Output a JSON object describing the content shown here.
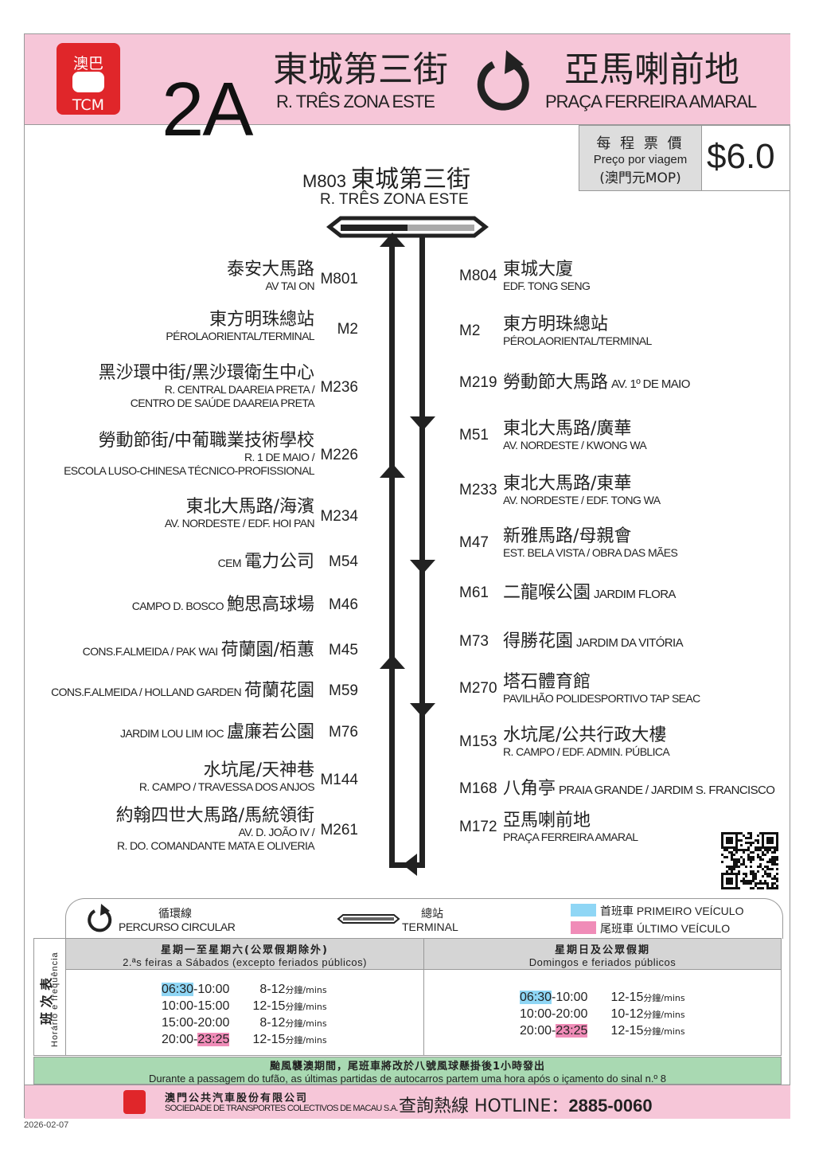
{
  "header": {
    "brand_logo_text": "澳巴 TCM",
    "route_number": "2A",
    "origin_zh": "東城第三街",
    "origin_pt": "R. TRÊS ZONA ESTE",
    "direction_icon": "circular-arrow-icon",
    "destination_zh": "亞馬喇前地",
    "destination_pt": "PRAÇA FERREIRA AMARAL"
  },
  "fare": {
    "label_zh": "每 程 票 價",
    "label_pt": "Preço por viagem",
    "currency": "(澳門元MOP)",
    "amount": "$6.0"
  },
  "terminal": {
    "code": "M803",
    "name_zh": "東城第三街",
    "name_pt": "R. TRÊS ZONA ESTE"
  },
  "stops_left": [
    {
      "code": "M801",
      "zh": "泰安大馬路",
      "pt": [
        "AV TAI ON"
      ]
    },
    {
      "code": "M2",
      "zh": "東方明珠總站",
      "pt": [
        "PÉROLAORIENTAL/TERMINAL"
      ]
    },
    {
      "code": "M236",
      "zh": "黑沙環中街/黑沙環衛生中心",
      "pt": [
        "R. CENTRAL DAAREIA PRETA /",
        "CENTRO DE SAÚDE DAAREIA PRETA"
      ]
    },
    {
      "code": "M226",
      "zh": "勞動節街/中葡職業技術學校",
      "pt": [
        "R. 1 DE MAIO /",
        "ESCOLA LUSO-CHINESA TÉCNICO-PROFISSIONAL"
      ]
    },
    {
      "code": "M234",
      "zh": "東北大馬路/海濱",
      "pt": [
        "AV. NORDESTE / EDF. HOI PAN"
      ]
    },
    {
      "code": "M54",
      "zh": "電力公司",
      "pre": "CEM",
      "pt": []
    },
    {
      "code": "M46",
      "zh": "鮑思高球場",
      "pre": "CAMPO  D. BOSCO",
      "pt": []
    },
    {
      "code": "M45",
      "zh": "荷蘭園/栢蕙",
      "pre": "CONS.F.ALMEIDA / PAK WAI",
      "pt": []
    },
    {
      "code": "M59",
      "zh": "荷蘭花園",
      "pre": "CONS.F.ALMEIDA / HOLLAND GARDEN",
      "pt": []
    },
    {
      "code": "M76",
      "zh": "盧廉若公園",
      "pre": "JARDIM LOU LIM IOC",
      "pt": []
    },
    {
      "code": "M144",
      "zh": "水坑尾/天神巷",
      "pt": [
        "R. CAMPO / TRAVESSA DOS ANJOS"
      ]
    },
    {
      "code": "M261",
      "zh": "約翰四世大馬路/馬統領街",
      "pt": [
        "AV. D. JOÃO IV /",
        "R. DO. COMANDANTE MATA E OLIVERIA"
      ]
    }
  ],
  "stops_right": [
    {
      "code": "M804",
      "zh": "東城大廈",
      "pt": [
        "EDF. TONG SENG"
      ]
    },
    {
      "code": "M2",
      "zh": "東方明珠總站",
      "pt": [
        "PÉROLAORIENTAL/TERMINAL"
      ]
    },
    {
      "code": "M219",
      "zh": "勞動節大馬路",
      "post": "AV. 1º DE MAIO",
      "pt": []
    },
    {
      "code": "M51",
      "zh": "東北大馬路/廣華",
      "pt": [
        "AV. NORDESTE / KWONG WA"
      ]
    },
    {
      "code": "M233",
      "zh": "東北大馬路/東華",
      "pt": [
        "AV. NORDESTE / EDF. TONG WA"
      ]
    },
    {
      "code": "M47",
      "zh": "新雅馬路/母親會",
      "pt": [
        "EST. BELA VISTA / OBRA DAS MÃES"
      ]
    },
    {
      "code": "M61",
      "zh": "二龍喉公園",
      "post": "JARDIM FLORA",
      "pt": []
    },
    {
      "code": "M73",
      "zh": "得勝花園",
      "post": "JARDIM DA VITÓRIA",
      "pt": []
    },
    {
      "code": "M270",
      "zh": "塔石體育館",
      "pt": [
        "PAVILHÃO POLIDESPORTIVO TAP SEAC"
      ]
    },
    {
      "code": "M153",
      "zh": "水坑尾/公共行政大樓",
      "pt": [
        "R. CAMPO / EDF. ADMIN. PÚBLICA"
      ]
    },
    {
      "code": "M168",
      "zh": "八角亭",
      "post": "PRAIA GRANDE / JARDIM S. FRANCISCO",
      "pt": []
    },
    {
      "code": "M172",
      "zh": "亞馬喇前地",
      "pt": [
        "PRAÇA FERREIRA AMARAL"
      ]
    }
  ],
  "legend": {
    "circular_zh": "循環線",
    "circular_pt": "PERCURSO CIRCULAR",
    "terminal_zh": "總站",
    "terminal_pt": "TERMINAL",
    "first_zh": "首班車",
    "first_pt": "PRIMEIRO VEÍCULO",
    "last_zh": "尾班車",
    "last_pt": "ÚLTIMO VEÍCULO",
    "first_color": "#8fd6f5",
    "last_color": "#f08cb8"
  },
  "timetable": {
    "side_zh": "班 次 表",
    "side_pt": "Horário e frequência",
    "weekday": {
      "title_zh": "星期一至星期六(公眾假期除外)",
      "title_pt": "2.ªs feiras a Sábados (excepto feriados públicos)",
      "rows": [
        {
          "start": "06:30",
          "end": "10:00",
          "freq": "8-12",
          "first": true
        },
        {
          "start": "10:00",
          "end": "15:00",
          "freq": "12-15"
        },
        {
          "start": "15:00",
          "end": "20:00",
          "freq": "8-12"
        },
        {
          "start": "20:00",
          "end": "23:25",
          "freq": "12-15",
          "last": true
        }
      ]
    },
    "holiday": {
      "title_zh": "星期日及公眾假期",
      "title_pt": "Domingos e feriados públicos",
      "rows": [
        {
          "start": "06:30",
          "end": "10:00",
          "freq": "12-15",
          "first": true
        },
        {
          "start": "10:00",
          "end": "20:00",
          "freq": "10-12"
        },
        {
          "start": "20:00",
          "end": "23:25",
          "freq": "12-15",
          "last": true
        }
      ]
    },
    "unit": "分鐘/mins"
  },
  "notice": {
    "zh": "颱風襲澳期間，尾班車將改於八號風球懸掛後1小時發出",
    "pt": "Durante a passagem do tufão, as últimas partidas de autocarros partem uma hora após o içamento do sinal n.º 8"
  },
  "footer": {
    "company_zh": "澳門公共汽車股份有限公司",
    "company_pt": "SOCIEDADE DE TRANSPORTES COLECTIVOS DE MACAU S.A.",
    "hotline_label": "查詢熱線 HOTLINE：",
    "hotline": "2885-0060"
  },
  "date": "2026-02-07"
}
